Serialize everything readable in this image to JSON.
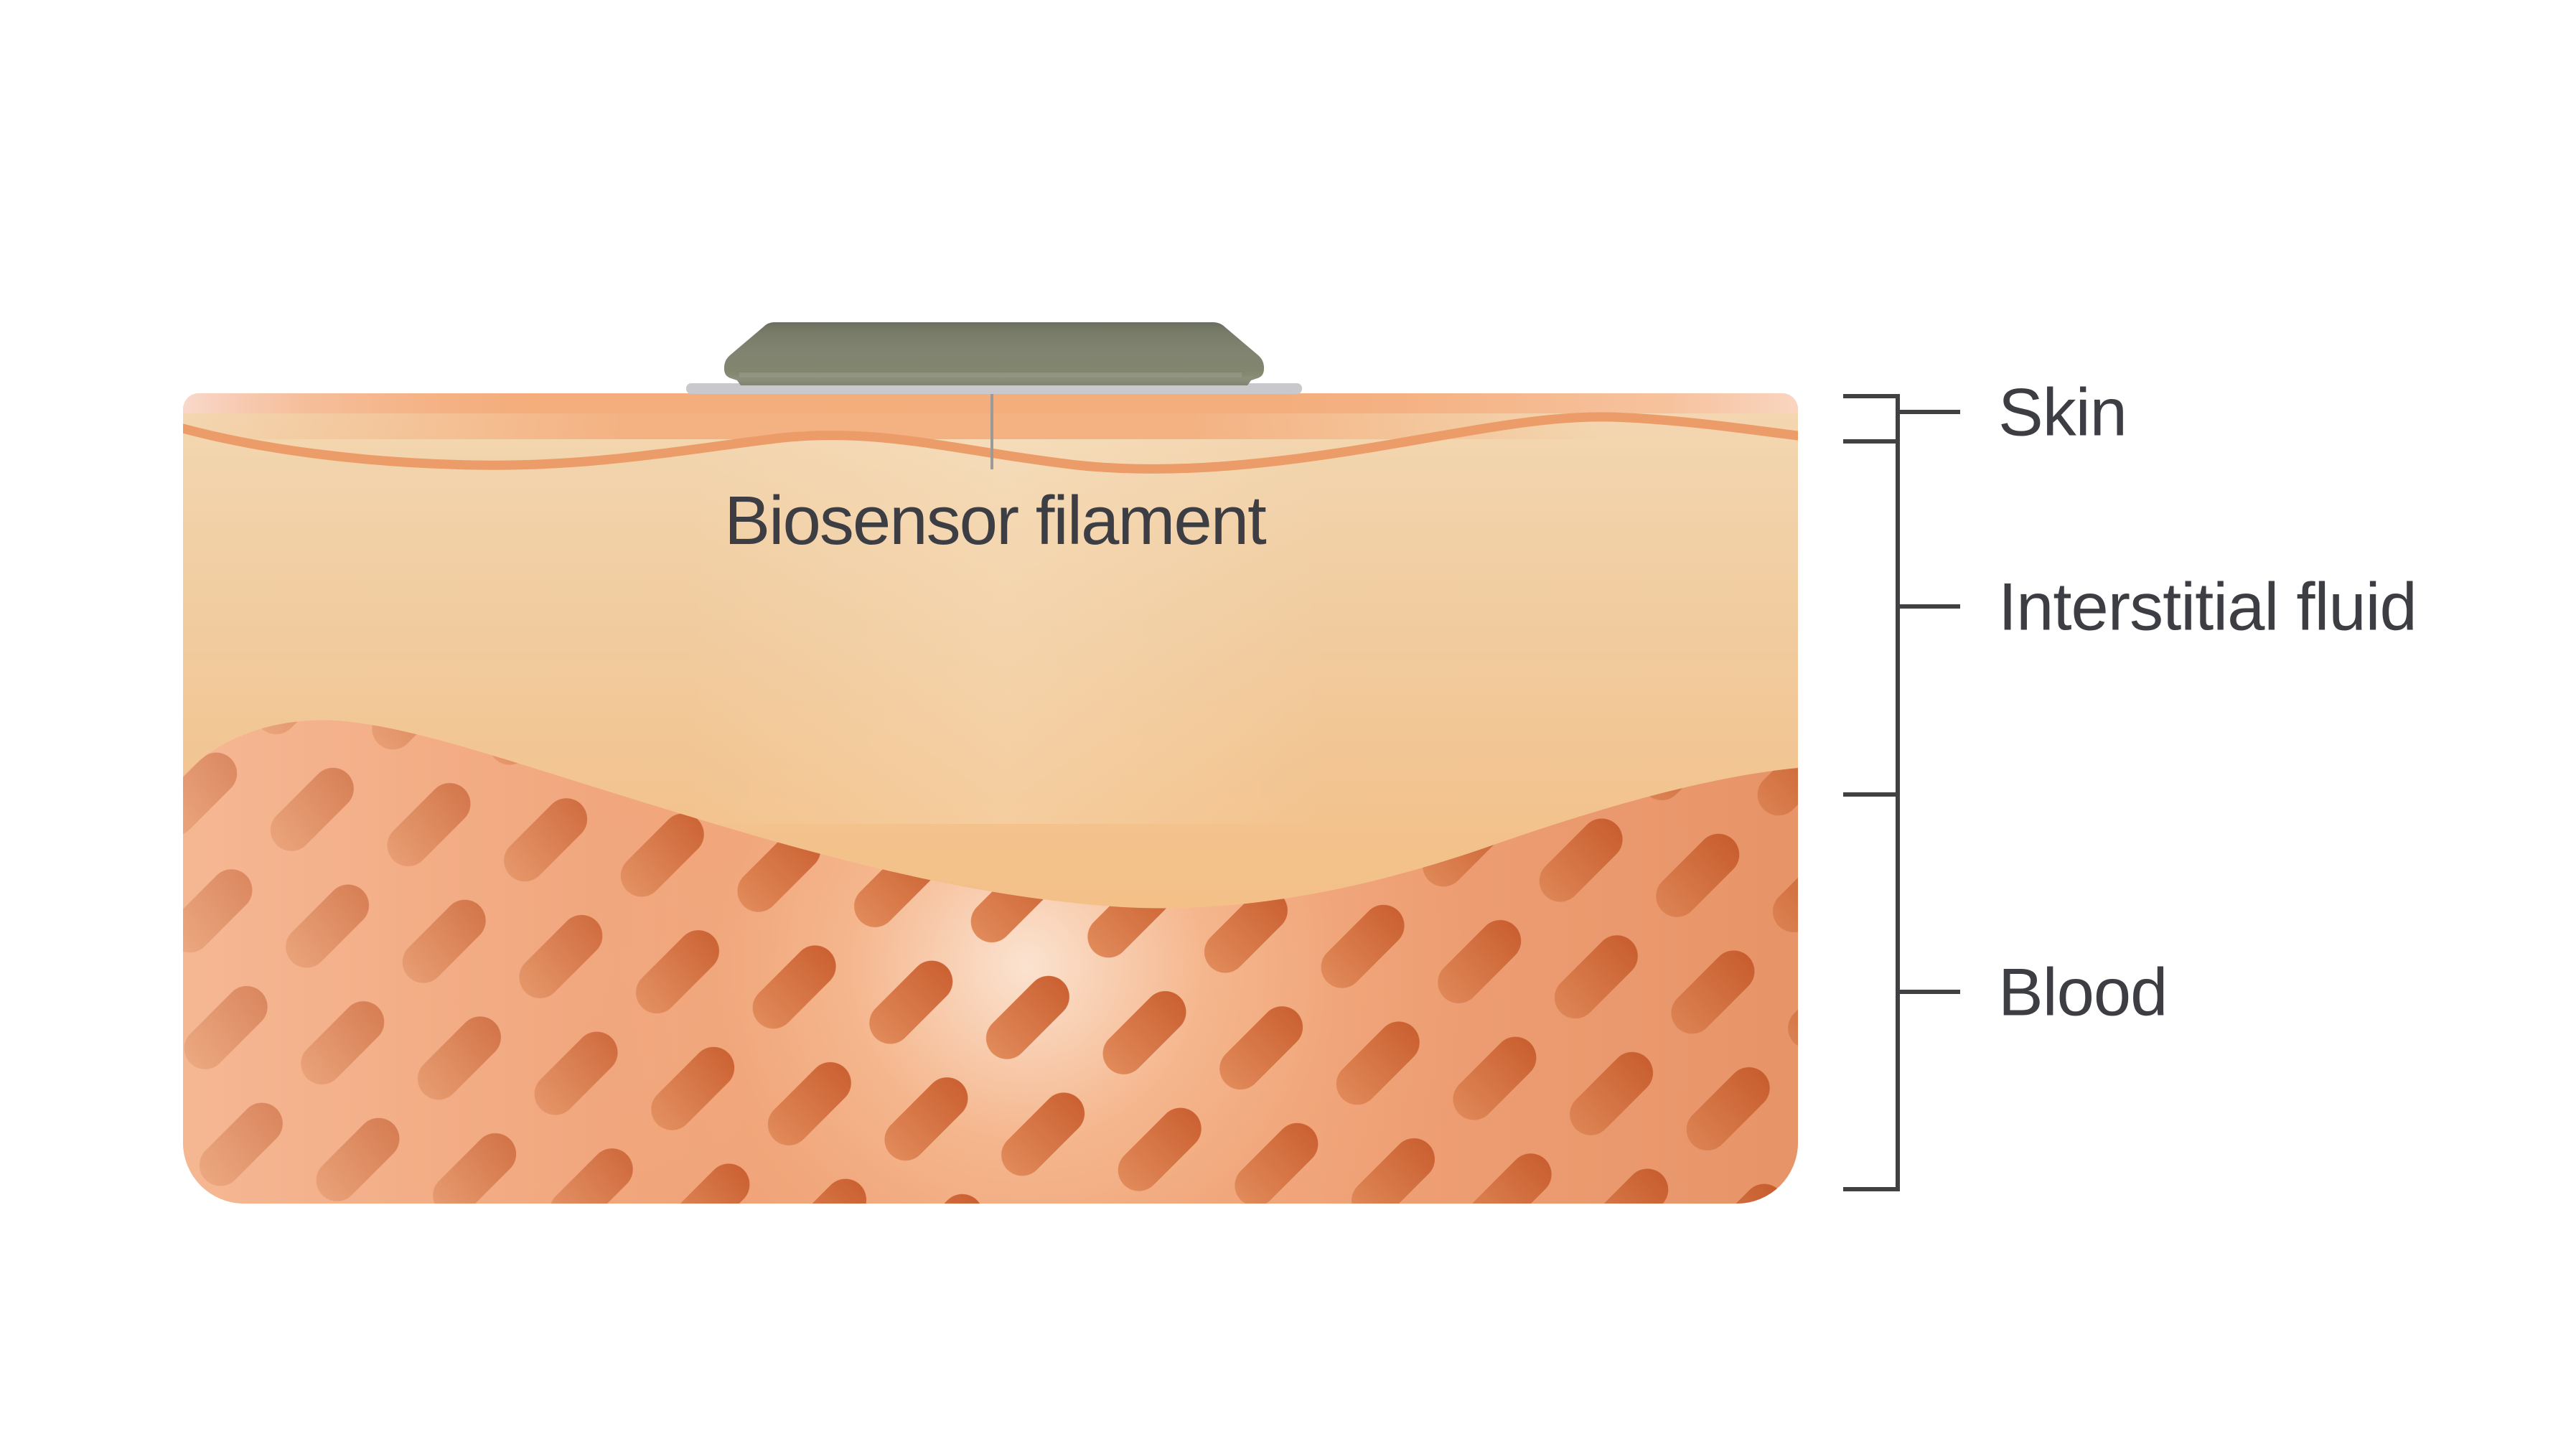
{
  "diagram": {
    "device_label": "Biosensor filament",
    "layers": [
      {
        "label": "Skin"
      },
      {
        "label": "Interstitial fluid"
      },
      {
        "label": "Blood"
      }
    ]
  },
  "colors": {
    "label_text": "#3d3e44",
    "bracket": "#414043",
    "device_body": "#7f8370",
    "adhesive_plate": "#c9c8cc",
    "filament": "#9a9a98",
    "skin_surface_orange": "#f4ae7c",
    "skin_surface_pink": "#f9d8cb",
    "epidermis_wave": "#ec9c68",
    "interstitial_fluid_top": "#f4d8b3",
    "interstitial_fluid_bottom": "#f5c189",
    "blood_base": "#f0a176",
    "blood_glow": "#fbe3d0",
    "blood_cell_light": "#e18a5a",
    "blood_cell_dark": "#cb6132"
  }
}
